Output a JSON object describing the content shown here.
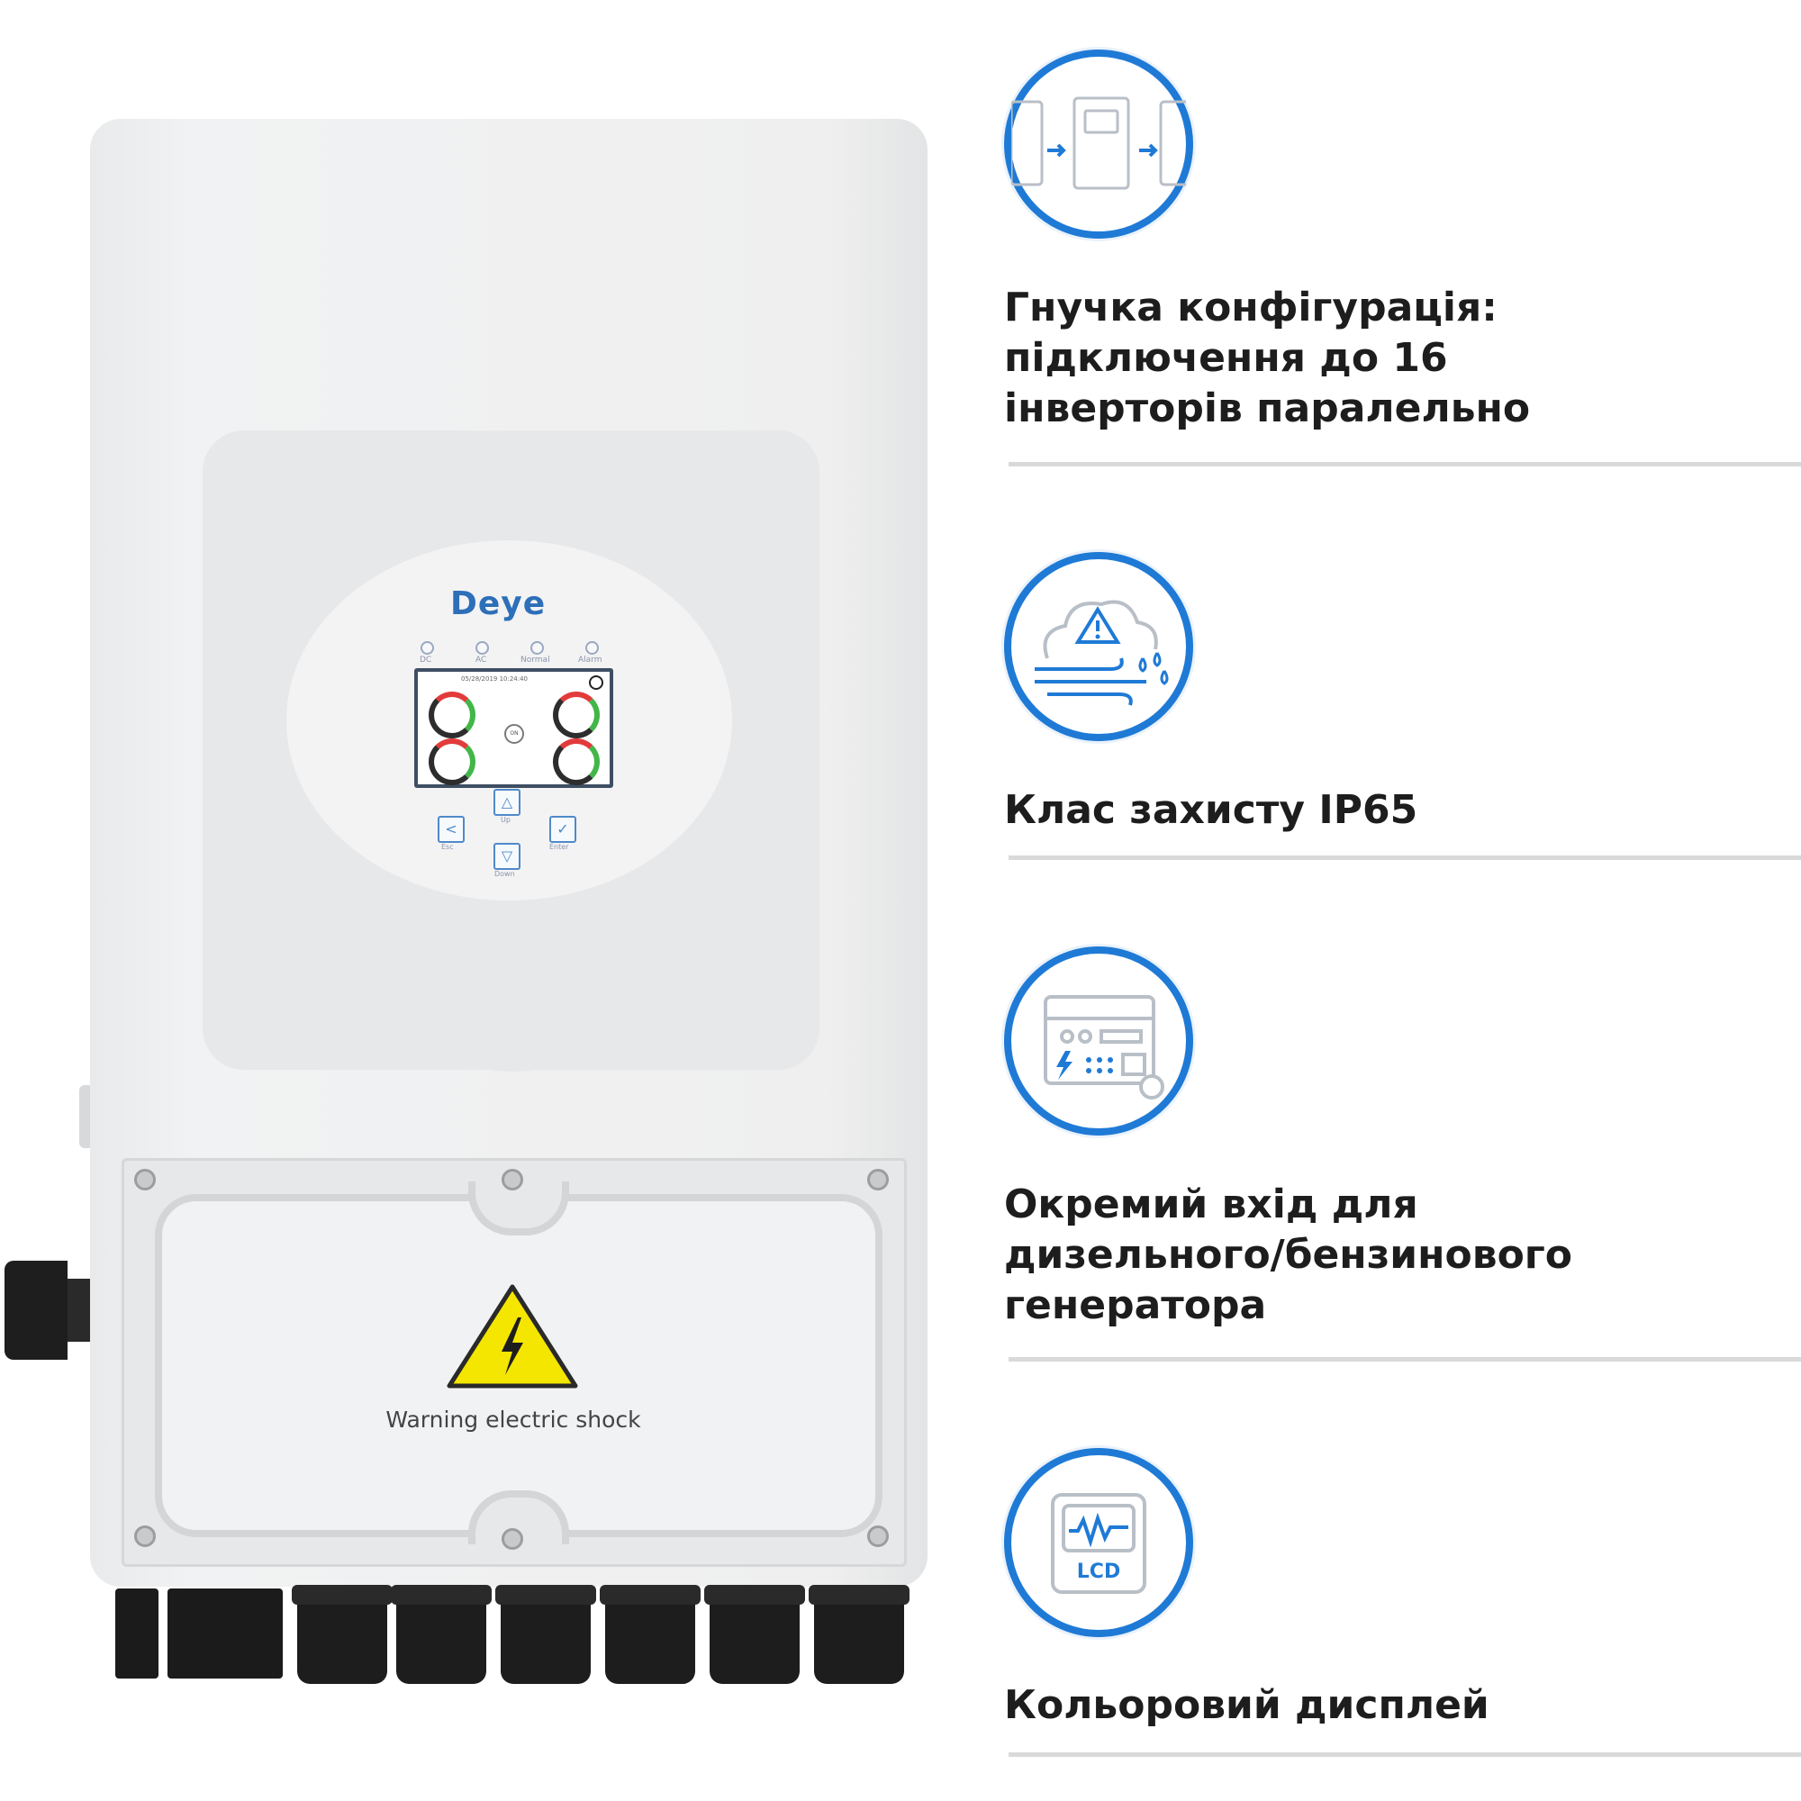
{
  "product": {
    "brand": "Deye",
    "leds": [
      "DC",
      "AC",
      "Normal",
      "Alarm"
    ],
    "lcd": {
      "datetime": "05/28/2019 10:24:40",
      "center_label": "ON"
    },
    "keys": [
      {
        "icon": "up-arrow-icon",
        "label": "Up"
      },
      {
        "icon": "left-arrow-icon",
        "label": "Esc"
      },
      {
        "icon": "check-icon",
        "label": "Enter"
      },
      {
        "icon": "down-arrow-icon",
        "label": "Down"
      }
    ],
    "warning_label": "Warning electric shock"
  },
  "features": [
    {
      "icon": "parallel-inverters-icon",
      "lines": [
        "Гнучка конфігурація:",
        "підключення до 16",
        "інверторів паралельно"
      ]
    },
    {
      "icon": "weather-protection-icon",
      "lines": [
        "Клас захисту IP65"
      ]
    },
    {
      "icon": "generator-icon",
      "lines": [
        "Окремий вхід для",
        "дизельного/бензинового",
        "генератора"
      ]
    },
    {
      "icon": "lcd-display-icon",
      "icon_text": "LCD",
      "lines": [
        "Кольоровий дисплей"
      ]
    }
  ],
  "colors": {
    "accent": "#1f7ad6",
    "text": "#1d1d1d",
    "divider": "#d9d9d9",
    "warning_yellow": "#f4e600"
  }
}
